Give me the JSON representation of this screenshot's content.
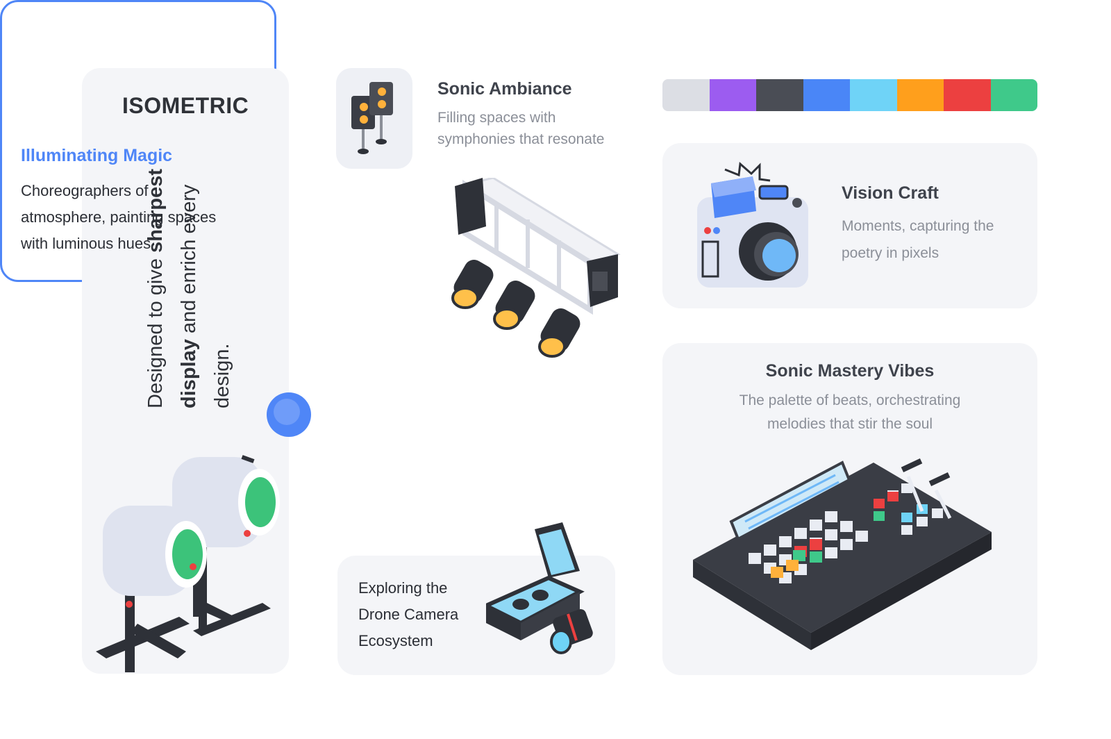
{
  "intro": {
    "title": "ISOMETRIC",
    "line1_prefix": "Designed to give ",
    "line1_bold": "sharpest",
    "line2_bold": "display",
    "line2_rest": " and enrich every",
    "line3": "design."
  },
  "cards": {
    "sonic_ambiance": {
      "title": "Sonic Ambiance",
      "line1": "Filling spaces with",
      "line2": "symphonies that resonate"
    },
    "illuminating": {
      "title": "Illuminating Magic",
      "line1": "Choreographers of",
      "line2": "atmosphere, painting spaces",
      "line3": "with luminous hues"
    },
    "drone": {
      "line1": "Exploring the",
      "line2": "Drone Camera",
      "line3": "Ecosystem"
    },
    "vision": {
      "title": "Vision Craft",
      "line1": "Moments, capturing the",
      "line2": "poetry in pixels"
    },
    "mastery": {
      "title": "Sonic Mastery Vibes",
      "line1": "The palette of beats, orchestrating",
      "line2": "melodies that stir the soul"
    }
  },
  "palette": [
    "#dcdee4",
    "#9c5cf0",
    "#4a4d55",
    "#4a86f7",
    "#6fd3f7",
    "#ff9f1c",
    "#ec4040",
    "#3fc98a"
  ],
  "colors": {
    "accent": "#4f86f7",
    "card_bg": "#f4f5f8",
    "text_dark": "#2f3238",
    "text_muted": "#8b8f98"
  }
}
